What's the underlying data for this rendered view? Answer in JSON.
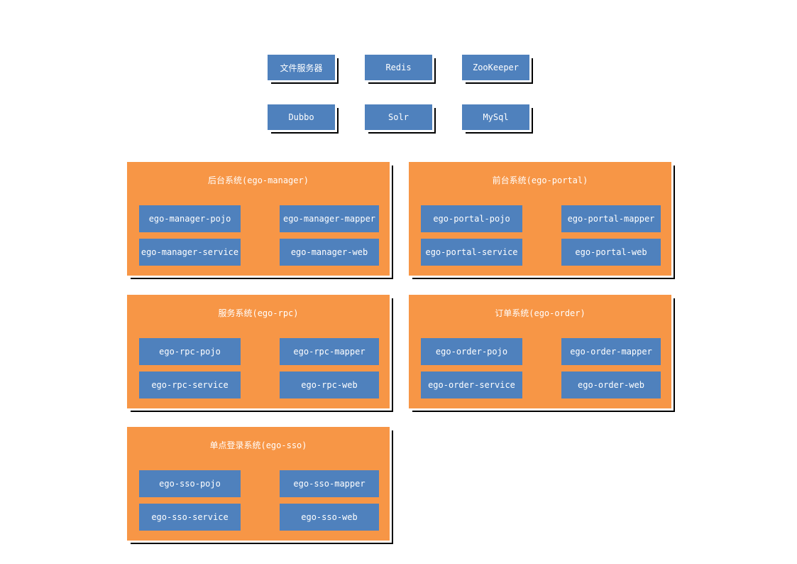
{
  "colors": {
    "module_blue": "#4f81bd",
    "system_orange": "#f79646",
    "label_text": "#ffffff",
    "shadow": "#000000",
    "background": "#ffffff"
  },
  "infrastructure": {
    "row1": [
      "文件服务器",
      "Redis",
      "ZooKeeper"
    ],
    "row2": [
      "Dubbo",
      "Solr",
      "MySql"
    ]
  },
  "systems": [
    {
      "title": "后台系统(ego-manager)",
      "modules": [
        "ego-manager-pojo",
        "ego-manager-mapper",
        "ego-manager-service",
        "ego-manager-web"
      ]
    },
    {
      "title": "前台系统(ego-portal)",
      "modules": [
        "ego-portal-pojo",
        "ego-portal-mapper",
        "ego-portal-service",
        "ego-portal-web"
      ]
    },
    {
      "title": "服务系统(ego-rpc)",
      "modules": [
        "ego-rpc-pojo",
        "ego-rpc-mapper",
        "ego-rpc-service",
        "ego-rpc-web"
      ]
    },
    {
      "title": "订单系统(ego-order)",
      "modules": [
        "ego-order-pojo",
        "ego-order-mapper",
        "ego-order-service",
        "ego-order-web"
      ]
    },
    {
      "title": "单点登录系统(ego-sso)",
      "modules": [
        "ego-sso-pojo",
        "ego-sso-mapper",
        "ego-sso-service",
        "ego-sso-web"
      ]
    }
  ]
}
